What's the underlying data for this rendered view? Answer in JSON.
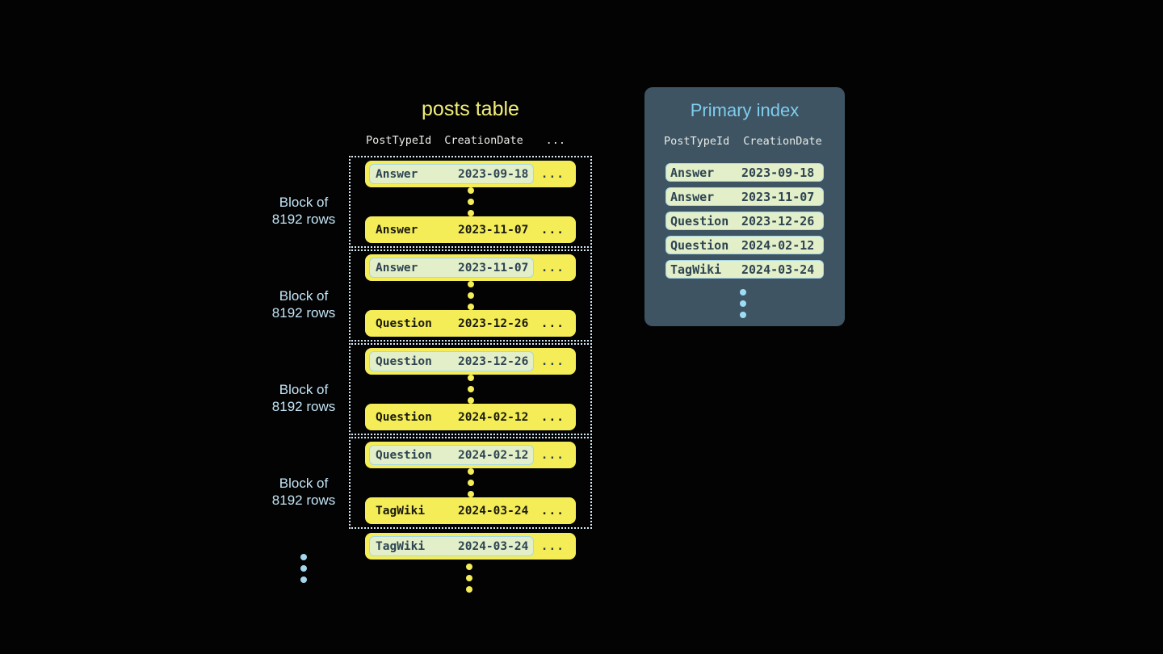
{
  "posts_table": {
    "title": "posts table",
    "header": {
      "col1": "PostTypeId",
      "col2": "CreationDate",
      "more": "..."
    },
    "block_label": {
      "line1": "Block of",
      "line2": "8192 rows"
    },
    "row_ellipsis": "...",
    "blocks": [
      {
        "first_row": {
          "post_type": "Answer",
          "creation_date": "2023-09-18"
        },
        "last_row": {
          "post_type": "Answer",
          "creation_date": "2023-11-07"
        }
      },
      {
        "first_row": {
          "post_type": "Answer",
          "creation_date": "2023-11-07"
        },
        "last_row": {
          "post_type": "Question",
          "creation_date": "2023-12-26"
        }
      },
      {
        "first_row": {
          "post_type": "Question",
          "creation_date": "2023-12-26"
        },
        "last_row": {
          "post_type": "Question",
          "creation_date": "2024-02-12"
        }
      },
      {
        "first_row": {
          "post_type": "Question",
          "creation_date": "2024-02-12"
        },
        "last_row": {
          "post_type": "TagWiki",
          "creation_date": "2024-03-24"
        }
      }
    ],
    "overflow_row": {
      "post_type": "TagWiki",
      "creation_date": "2024-03-24"
    }
  },
  "primary_index": {
    "title": "Primary index",
    "header": {
      "col1": "PostTypeId",
      "col2": "CreationDate"
    },
    "rows": [
      {
        "post_type": "Answer",
        "creation_date": "2023-09-18"
      },
      {
        "post_type": "Answer",
        "creation_date": "2023-11-07"
      },
      {
        "post_type": "Question",
        "creation_date": "2023-12-26"
      },
      {
        "post_type": "Question",
        "creation_date": "2024-02-12"
      },
      {
        "post_type": "TagWiki",
        "creation_date": "2024-03-24"
      }
    ]
  },
  "colors": {
    "background": "#030304",
    "title_yellow": "#f2ef77",
    "row_yellow": "#f4ed57",
    "highlight_green": "#e2efc9",
    "highlight_border": "#a5d8e8",
    "slate_text": "#2e4453",
    "panel_background": "#3e5463",
    "accent_blue": "#7fcded",
    "label_blue": "#c3e4f4",
    "dots_blue": "#a3d7ee",
    "panel_dots": "#9edcf5",
    "dotted_border": "#d5ecf6",
    "header_gray": "#e8eae5"
  }
}
